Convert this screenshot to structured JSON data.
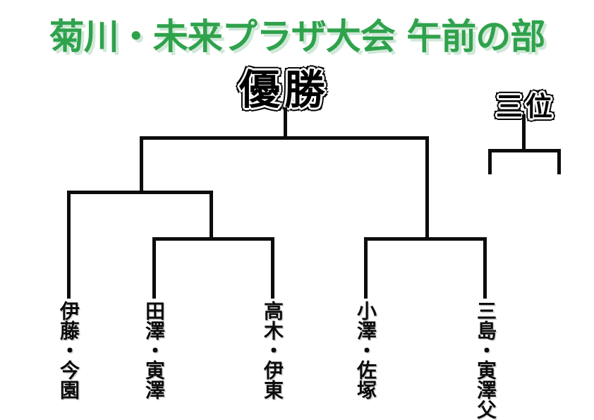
{
  "header": {
    "title": "菊川・未来プラザ大会 午前の部"
  },
  "bracket": {
    "champion_label": "優勝",
    "third_place_label": "三位",
    "teams": [
      {
        "name": "伊藤・今園"
      },
      {
        "name": "田澤・寅澤"
      },
      {
        "name": "高木・伊東"
      },
      {
        "name": "小澤・佐塚"
      },
      {
        "name": "三島・寅澤父"
      }
    ]
  },
  "colors": {
    "title_green": "#2fa24c",
    "line_black": "#0c0c0c",
    "background": "#ffffff"
  }
}
